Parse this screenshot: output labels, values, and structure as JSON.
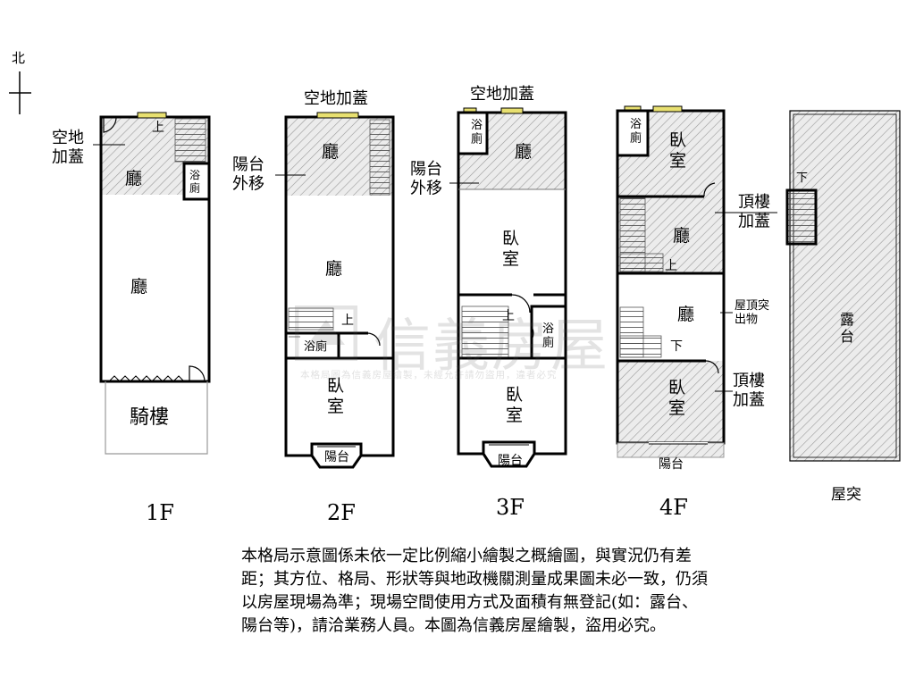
{
  "compass": {
    "label": "北",
    "icon": "north-arrow-icon"
  },
  "floors": {
    "f1": {
      "name": "1F",
      "rooms": {
        "addition": "空地\n加蓋",
        "hall_top": "廳",
        "bath": "浴\n廁",
        "hall_main": "廳",
        "arcade": "騎樓"
      },
      "stair_mark": "上"
    },
    "f2": {
      "name": "2F",
      "rooms": {
        "addition": "空地加蓋",
        "balcony_move": "陽台\n外移",
        "hall_top": "廳",
        "hall_main": "廳",
        "bath": "浴廁",
        "bedroom": "臥\n室",
        "balcony": "陽台"
      },
      "stair_mark": "上"
    },
    "f3": {
      "name": "3F",
      "rooms": {
        "addition": "空地加蓋",
        "bath_top": "浴\n廁",
        "hall_top": "廳",
        "balcony_move": "陽台\n外移",
        "bedroom_mid": "臥\n室",
        "bath": "浴\n廁",
        "bedroom": "臥\n室",
        "balcony": "陽台"
      },
      "stair_mark": "上"
    },
    "f4": {
      "name": "4F",
      "rooms": {
        "bath": "浴\n廁",
        "bedroom_top": "臥\n室",
        "roof_addition_1": "頂樓\n加蓋",
        "hall_1": "廳",
        "roof_protrusion": "屋頂突\n出物",
        "hall_2": "廳",
        "bedroom": "臥\n室",
        "roof_addition_2": "頂樓\n加蓋",
        "balcony": "陽台"
      },
      "stair_up": "上",
      "stair_down": "下"
    },
    "roof": {
      "name": "屋突",
      "rooms": {
        "terrace": "露\n台"
      },
      "stair_mark": "下"
    }
  },
  "watermark": {
    "brand": "信義房屋",
    "subtitle": "本格局圖為信義房屋繪製，未經允許請勿盜用，違者必究",
    "icon": "sinyi-logo-icon"
  },
  "disclaimer": {
    "lines": [
      "本格局示意圖係未依一定比例縮小繪製之概繪圖，與實況仍有差",
      "距；其方位、格局、形狀等與地政機關測量成果圖未必一致，仍須",
      "以房屋現場為準；現場空間使用方式及面積有無登記(如：露台、",
      "陽台等)，請洽業務人員。本圖為信義房屋繪製，盜用必究。"
    ]
  },
  "colors": {
    "wall": "#000000",
    "window": "#e8e070",
    "hatch": "#9a9a9a",
    "hatch_bg": "#ececec"
  }
}
